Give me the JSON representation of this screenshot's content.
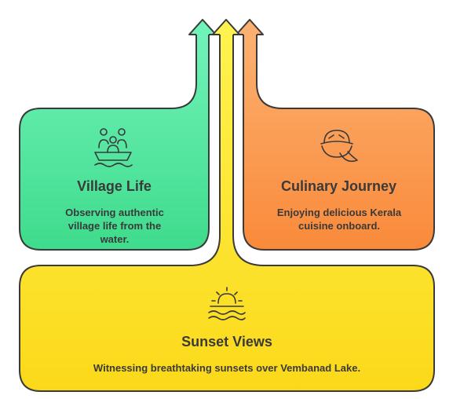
{
  "cards": {
    "village": {
      "title": "Village Life",
      "description": "Observing authentic village life from the water.",
      "icon": "boat-people-icon",
      "color": "#56e4a0"
    },
    "culinary": {
      "title": "Culinary Journey",
      "description": "Enjoying delicious Kerala cuisine onboard.",
      "icon": "food-bowl-icon",
      "color": "#fb9a4b"
    },
    "sunset": {
      "title": "Sunset Views",
      "description": "Witnessing breathtaking sunsets over Vembanad Lake.",
      "icon": "sunset-icon",
      "color": "#fbe12a"
    }
  }
}
